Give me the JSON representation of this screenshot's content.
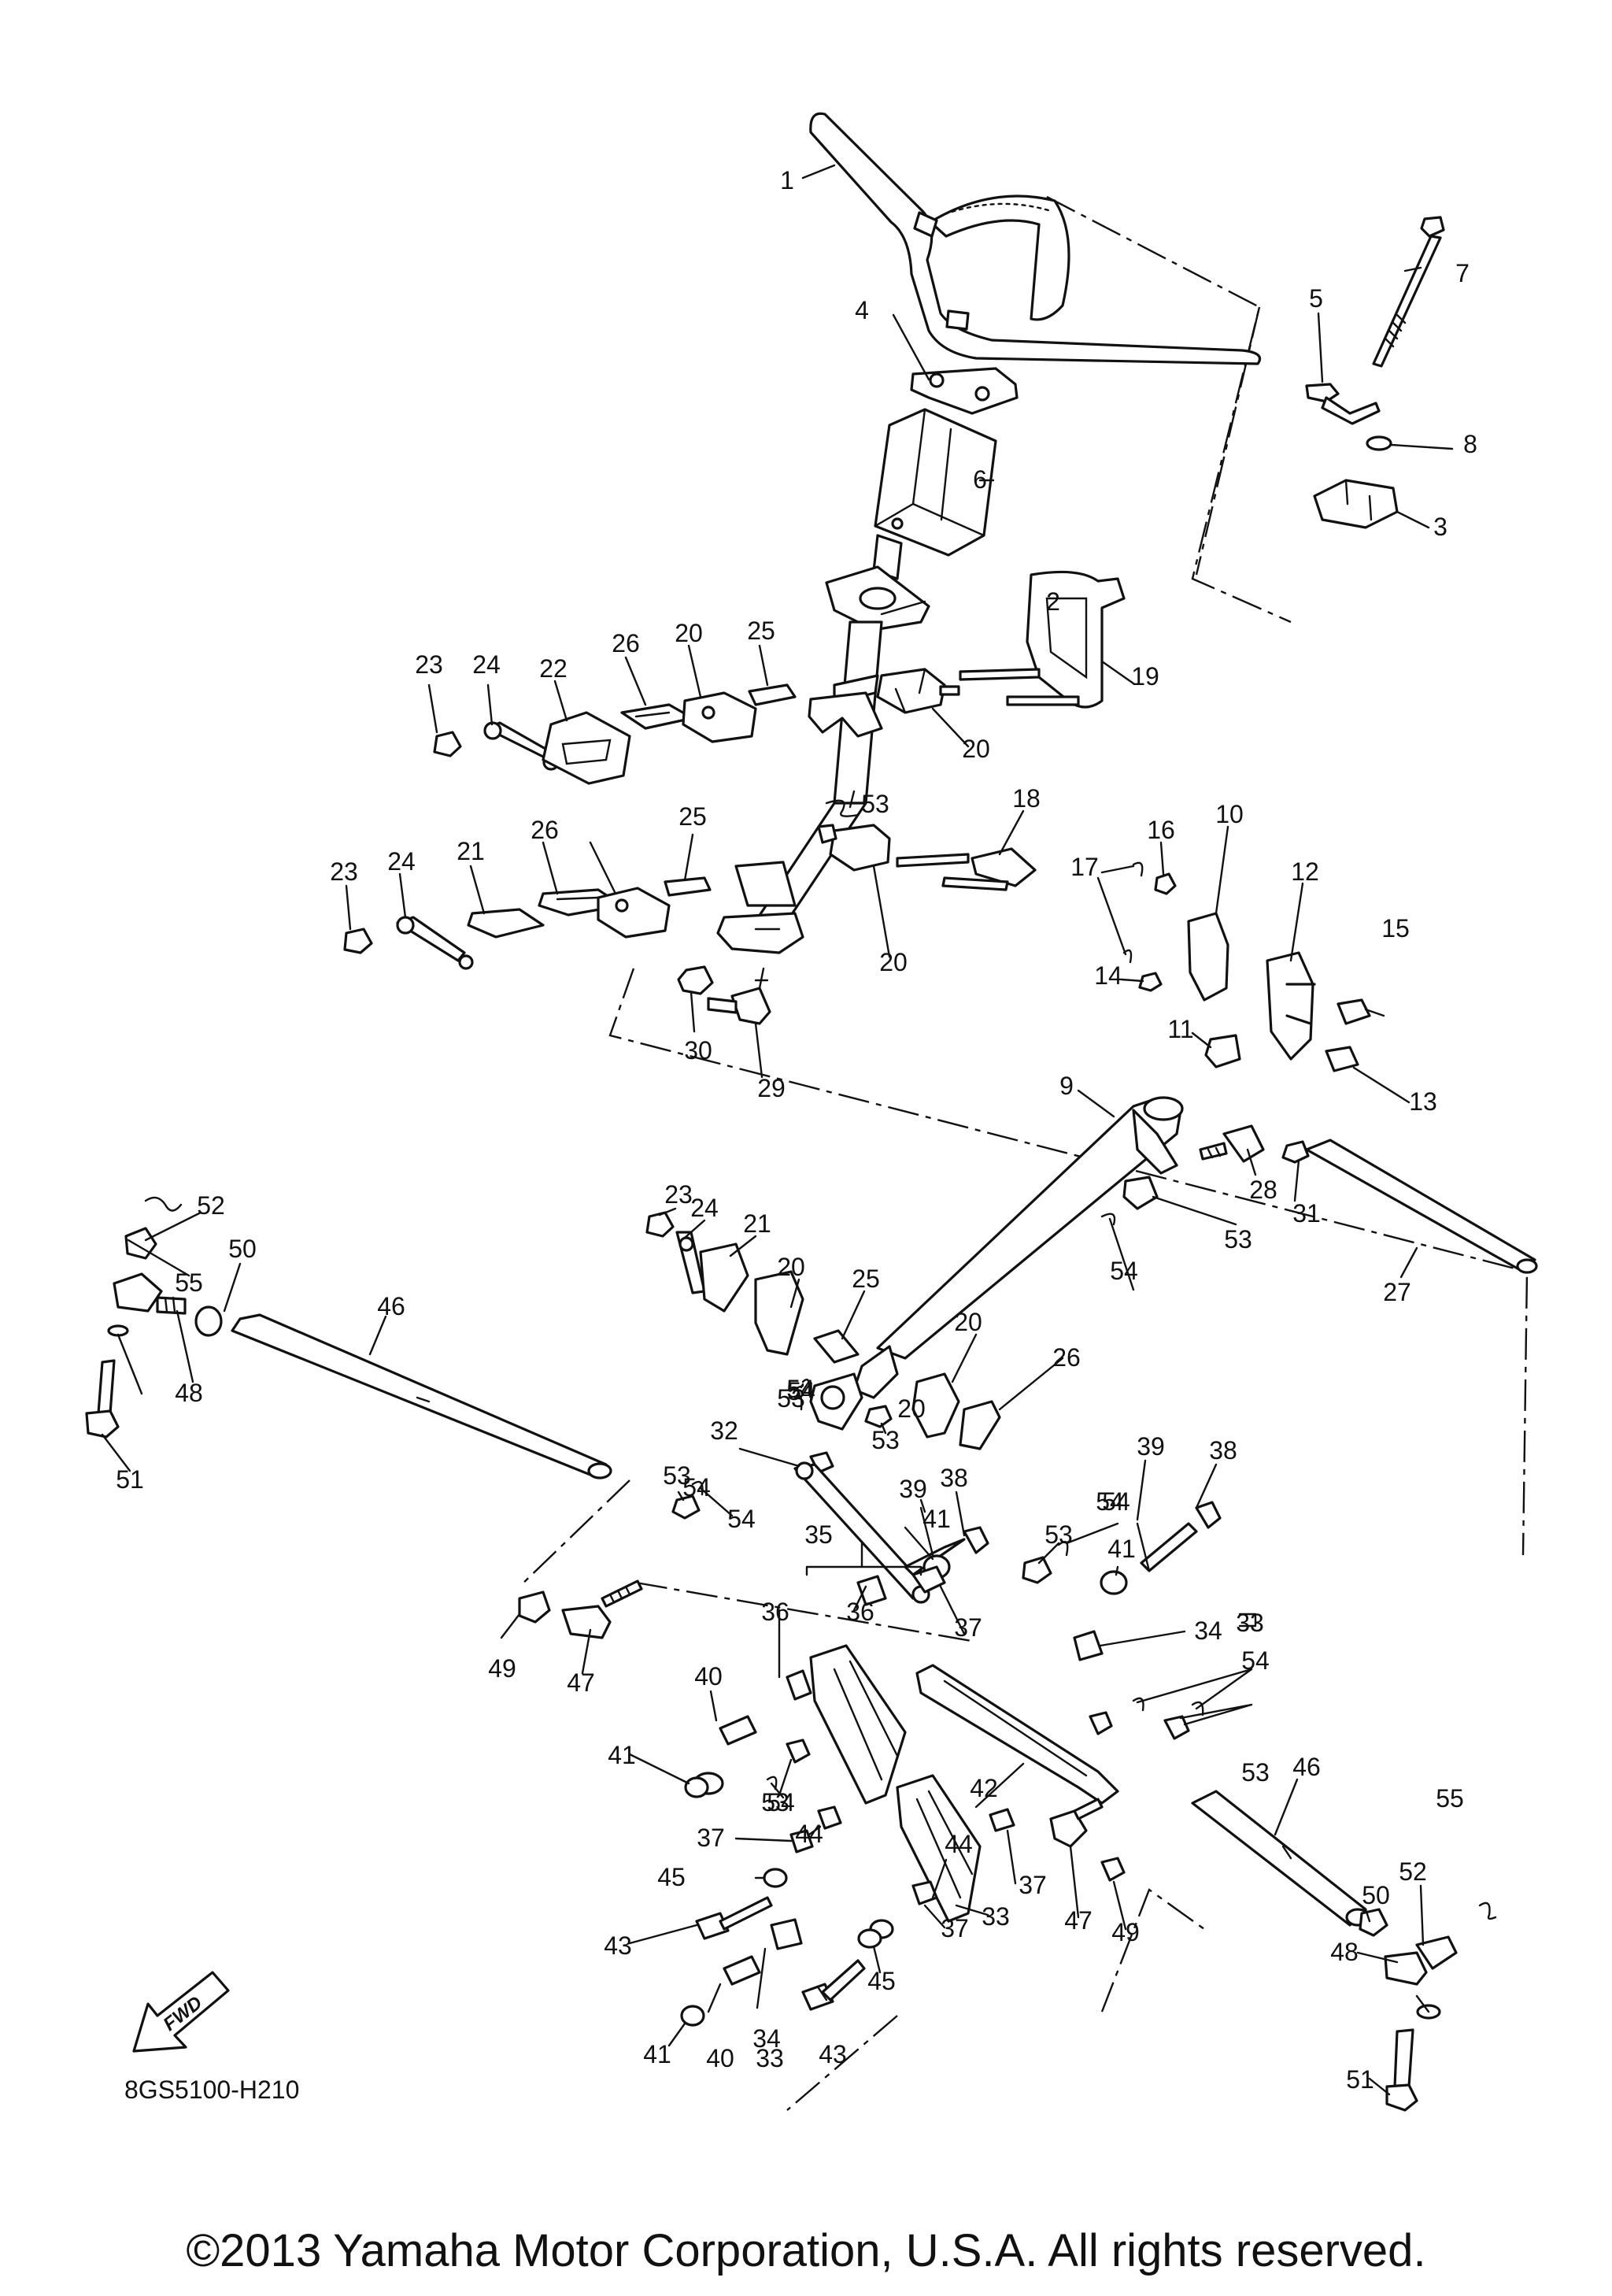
{
  "diagram_code": "8GS5100-H210",
  "copyright": "©2013 Yamaha Motor Corporation, U.S.A. All rights reserved.",
  "fwd_label": "FWD",
  "callouts": [
    "1",
    "2",
    "3",
    "4",
    "5",
    "6",
    "7",
    "8",
    "9",
    "10",
    "11",
    "12",
    "13",
    "14",
    "15",
    "16",
    "17",
    "18",
    "19",
    "20",
    "20",
    "20",
    "20",
    "20",
    "20",
    "21",
    "21",
    "22",
    "23",
    "23",
    "23",
    "24",
    "24",
    "24",
    "25",
    "25",
    "25",
    "26",
    "26",
    "26",
    "27",
    "28",
    "29",
    "30",
    "31",
    "32",
    "33",
    "33",
    "33",
    "34",
    "34",
    "35",
    "36",
    "36",
    "37",
    "37",
    "37",
    "37",
    "38",
    "38",
    "39",
    "39",
    "40",
    "40",
    "41",
    "41",
    "41",
    "41",
    "42",
    "43",
    "43",
    "44",
    "44",
    "45",
    "45",
    "46",
    "46",
    "47",
    "47",
    "48",
    "48",
    "49",
    "49",
    "50",
    "50",
    "51",
    "51",
    "52",
    "52",
    "53",
    "53",
    "53",
    "53",
    "53",
    "53",
    "53",
    "53",
    "54",
    "54",
    "54",
    "54",
    "54",
    "54",
    "54",
    "54",
    "54",
    "55",
    "55"
  ]
}
